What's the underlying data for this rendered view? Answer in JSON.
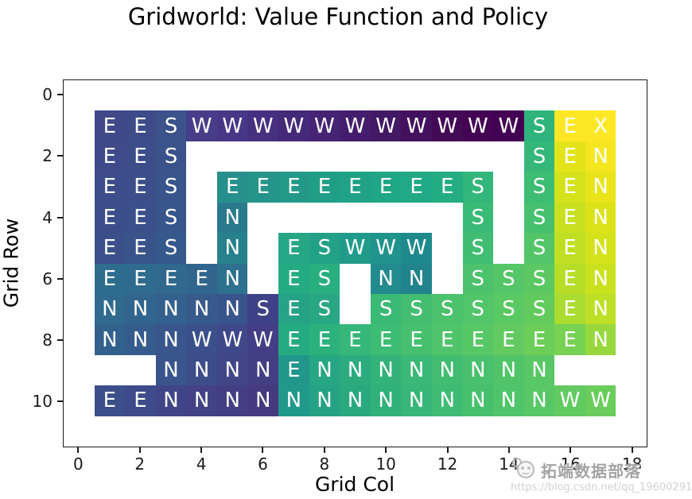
{
  "figure": {
    "title": "Gridworld: Value Function and Policy",
    "xlabel": "Grid Col",
    "ylabel": "Grid Row"
  },
  "watermark": {
    "name": "拓端数据部落",
    "url": "https://blog.csdn.net/qq_19600291",
    "logo": "panda-badge-icon",
    "text_color": "#a3a3a3",
    "url_color": "#d0d0d0"
  },
  "chart_data": {
    "type": "heatmap",
    "title": "Gridworld: Value Function and Policy",
    "xlabel": "Grid Col",
    "ylabel": "Grid Row",
    "x_ticks": [
      0,
      2,
      4,
      6,
      8,
      10,
      12,
      14,
      16,
      18
    ],
    "y_ticks": [
      0,
      2,
      4,
      6,
      8,
      10
    ],
    "xlim": [
      -0.5,
      18.5
    ],
    "ylim": [
      11.5,
      -0.5
    ],
    "grid_rows": 12,
    "grid_cols": 19,
    "colormap": "viridis",
    "legend": "none",
    "grid_on": false,
    "empty_cell_color": "#ffffff",
    "policy_letter_color": "#ffffff",
    "cells": [
      [
        1,
        1,
        "E",
        "#3f4889"
      ],
      [
        1,
        2,
        "E",
        "#3e4b89"
      ],
      [
        1,
        3,
        "S",
        "#3b528b"
      ],
      [
        1,
        4,
        "W",
        "#483d88"
      ],
      [
        1,
        5,
        "W",
        "#473786"
      ],
      [
        1,
        6,
        "W",
        "#463080"
      ],
      [
        1,
        7,
        "W",
        "#452a7a"
      ],
      [
        1,
        8,
        "W",
        "#442473"
      ],
      [
        1,
        9,
        "W",
        "#441e6c"
      ],
      [
        1,
        10,
        "W",
        "#431864"
      ],
      [
        1,
        11,
        "W",
        "#43115d"
      ],
      [
        1,
        12,
        "W",
        "#430a56"
      ],
      [
        1,
        13,
        "W",
        "#440453"
      ],
      [
        1,
        14,
        "W",
        "#440154"
      ],
      [
        1,
        15,
        "S",
        "#2eb37c"
      ],
      [
        1,
        16,
        "E",
        "#fde725"
      ],
      [
        1,
        17,
        "X",
        "#fde725"
      ],
      [
        2,
        1,
        "E",
        "#3e4a89"
      ],
      [
        2,
        2,
        "E",
        "#3d4d8a"
      ],
      [
        2,
        3,
        "S",
        "#3a538b"
      ],
      [
        2,
        15,
        "S",
        "#35b77a"
      ],
      [
        2,
        16,
        "E",
        "#e2e419"
      ],
      [
        2,
        17,
        "N",
        "#f4e61f"
      ],
      [
        3,
        1,
        "E",
        "#3d4c8a"
      ],
      [
        3,
        2,
        "E",
        "#3c4f8a"
      ],
      [
        3,
        3,
        "S",
        "#39558c"
      ],
      [
        3,
        5,
        "E",
        "#27908c"
      ],
      [
        3,
        6,
        "E",
        "#25958b"
      ],
      [
        3,
        7,
        "E",
        "#23998a"
      ],
      [
        3,
        8,
        "E",
        "#219e88"
      ],
      [
        3,
        9,
        "E",
        "#20a287"
      ],
      [
        3,
        10,
        "E",
        "#1fa685"
      ],
      [
        3,
        11,
        "E",
        "#21a985"
      ],
      [
        3,
        12,
        "E",
        "#24ac82"
      ],
      [
        3,
        13,
        "S",
        "#32b67a"
      ],
      [
        3,
        15,
        "S",
        "#3dbc74"
      ],
      [
        3,
        16,
        "E",
        "#d5e21b"
      ],
      [
        3,
        17,
        "N",
        "#e8e419"
      ],
      [
        4,
        1,
        "E",
        "#3c4e8a"
      ],
      [
        4,
        2,
        "E",
        "#3b508b"
      ],
      [
        4,
        3,
        "S",
        "#38568c"
      ],
      [
        4,
        5,
        "N",
        "#2a7a8e"
      ],
      [
        4,
        13,
        "S",
        "#39ba76"
      ],
      [
        4,
        15,
        "S",
        "#45c06e"
      ],
      [
        4,
        16,
        "E",
        "#c8e01f"
      ],
      [
        4,
        17,
        "N",
        "#dce218"
      ],
      [
        5,
        1,
        "E",
        "#3b508b"
      ],
      [
        5,
        2,
        "E",
        "#39538b"
      ],
      [
        5,
        3,
        "S",
        "#36598c"
      ],
      [
        5,
        5,
        "N",
        "#27818d"
      ],
      [
        5,
        7,
        "E",
        "#26a685"
      ],
      [
        5,
        8,
        "S",
        "#23a186"
      ],
      [
        5,
        9,
        "W",
        "#219b89"
      ],
      [
        5,
        10,
        "W",
        "#1f938c"
      ],
      [
        5,
        11,
        "W",
        "#1e8a8d"
      ],
      [
        5,
        13,
        "S",
        "#40bd72"
      ],
      [
        5,
        15,
        "S",
        "#53c568"
      ],
      [
        5,
        16,
        "E",
        "#c0df23"
      ],
      [
        5,
        17,
        "N",
        "#d4e21b"
      ],
      [
        6,
        1,
        "E",
        "#2e6d8e"
      ],
      [
        6,
        2,
        "E",
        "#2f6b8e"
      ],
      [
        6,
        3,
        "E",
        "#30688e"
      ],
      [
        6,
        4,
        "E",
        "#31658d"
      ],
      [
        6,
        5,
        "N",
        "#2d718e"
      ],
      [
        6,
        7,
        "E",
        "#25ab81"
      ],
      [
        6,
        8,
        "S",
        "#28ae7f"
      ],
      [
        6,
        10,
        "N",
        "#238a8d"
      ],
      [
        6,
        11,
        "N",
        "#21848c"
      ],
      [
        6,
        13,
        "S",
        "#4cc26c"
      ],
      [
        6,
        14,
        "S",
        "#54c667"
      ],
      [
        6,
        15,
        "S",
        "#5cc863"
      ],
      [
        6,
        16,
        "E",
        "#b6de29"
      ],
      [
        6,
        17,
        "N",
        "#cae11e"
      ],
      [
        7,
        1,
        "N",
        "#306a8e"
      ],
      [
        7,
        2,
        "N",
        "#32658d"
      ],
      [
        7,
        3,
        "N",
        "#34608d"
      ],
      [
        7,
        4,
        "N",
        "#375a8c"
      ],
      [
        7,
        5,
        "N",
        "#39548b"
      ],
      [
        7,
        6,
        "S",
        "#3f4287"
      ],
      [
        7,
        7,
        "E",
        "#26a386"
      ],
      [
        7,
        8,
        "S",
        "#29a783"
      ],
      [
        7,
        10,
        "S",
        "#3bba75"
      ],
      [
        7,
        11,
        "S",
        "#43be70"
      ],
      [
        7,
        12,
        "S",
        "#4bc26c"
      ],
      [
        7,
        13,
        "S",
        "#52c569"
      ],
      [
        7,
        14,
        "S",
        "#5ac863"
      ],
      [
        7,
        15,
        "S",
        "#63ca5e"
      ],
      [
        7,
        16,
        "E",
        "#aadc31"
      ],
      [
        7,
        17,
        "N",
        "#bedf25"
      ],
      [
        8,
        1,
        "N",
        "#33618d"
      ],
      [
        8,
        2,
        "N",
        "#355c8c"
      ],
      [
        8,
        3,
        "N",
        "#38568c"
      ],
      [
        8,
        4,
        "W",
        "#3b508b"
      ],
      [
        8,
        5,
        "W",
        "#3f4889"
      ],
      [
        8,
        6,
        "W",
        "#433e85"
      ],
      [
        8,
        7,
        "E",
        "#25ab81"
      ],
      [
        8,
        8,
        "E",
        "#2cb17d"
      ],
      [
        8,
        9,
        "E",
        "#35b779"
      ],
      [
        8,
        10,
        "E",
        "#3dbc74"
      ],
      [
        8,
        11,
        "E",
        "#46c06e"
      ],
      [
        8,
        12,
        "E",
        "#4fc46a"
      ],
      [
        8,
        13,
        "E",
        "#58c765"
      ],
      [
        8,
        14,
        "E",
        "#62ca60"
      ],
      [
        8,
        15,
        "E",
        "#6ccd59"
      ],
      [
        8,
        16,
        "E",
        "#77d153"
      ],
      [
        8,
        17,
        "N",
        "#98d83e"
      ],
      [
        9,
        3,
        "N",
        "#3a548c"
      ],
      [
        9,
        4,
        "N",
        "#3d4d8a"
      ],
      [
        9,
        5,
        "N",
        "#414687"
      ],
      [
        9,
        6,
        "N",
        "#443e83"
      ],
      [
        9,
        7,
        "E",
        "#21968a"
      ],
      [
        9,
        8,
        "N",
        "#26a682"
      ],
      [
        9,
        9,
        "N",
        "#2cac7e"
      ],
      [
        9,
        10,
        "N",
        "#33b279"
      ],
      [
        9,
        11,
        "N",
        "#3ab875"
      ],
      [
        9,
        12,
        "N",
        "#41bc71"
      ],
      [
        9,
        13,
        "N",
        "#49c06d"
      ],
      [
        9,
        14,
        "N",
        "#51c469"
      ],
      [
        9,
        15,
        "N",
        "#59c765"
      ],
      [
        10,
        1,
        "E",
        "#3c4f8a"
      ],
      [
        10,
        2,
        "E",
        "#3e4a89"
      ],
      [
        10,
        3,
        "N",
        "#404588"
      ],
      [
        10,
        4,
        "N",
        "#424285"
      ],
      [
        10,
        5,
        "N",
        "#443e83"
      ],
      [
        10,
        6,
        "N",
        "#453a80"
      ],
      [
        10,
        7,
        "N",
        "#21998a"
      ],
      [
        10,
        8,
        "N",
        "#25a284"
      ],
      [
        10,
        9,
        "N",
        "#2aa97f"
      ],
      [
        10,
        10,
        "N",
        "#30b07b"
      ],
      [
        10,
        11,
        "N",
        "#37b677"
      ],
      [
        10,
        12,
        "N",
        "#3fbb73"
      ],
      [
        10,
        13,
        "N",
        "#47c06e"
      ],
      [
        10,
        14,
        "N",
        "#50c46a"
      ],
      [
        10,
        15,
        "N",
        "#58c765"
      ],
      [
        10,
        16,
        "W",
        "#61ca61"
      ],
      [
        10,
        17,
        "W",
        "#6acd5b"
      ]
    ]
  }
}
